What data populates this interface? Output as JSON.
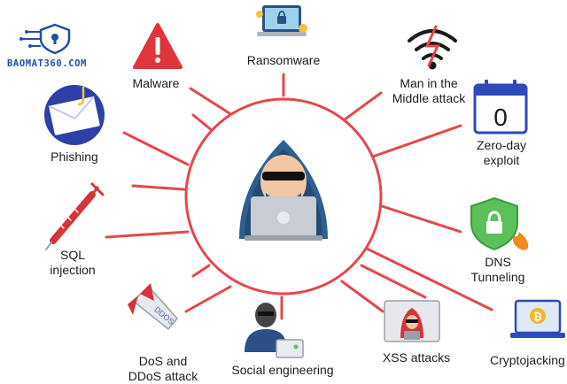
{
  "logo": {
    "text": "BAOMAT360.COM"
  },
  "center": {
    "icon": "hacker-hoodie-laptop"
  },
  "colors": {
    "spoke": "#e5474c",
    "ring": "#e5474c",
    "logo": "#1f4fa8",
    "hood": "#2f5f8f"
  },
  "threats": [
    {
      "id": "ransomware",
      "label": "Ransomware",
      "icon": "laptop-lock-icon"
    },
    {
      "id": "mitm",
      "label": "Man in the\nMiddle attack",
      "icon": "broken-wifi-icon"
    },
    {
      "id": "zeroday",
      "label": "Zero-day\nexploit",
      "icon": "calendar-zero-icon",
      "badge": "0"
    },
    {
      "id": "dns",
      "label": "DNS\nTunneling",
      "icon": "shield-lock-fire-icon"
    },
    {
      "id": "crypto",
      "label": "Cryptojacking",
      "icon": "laptop-bitcoin-icon"
    },
    {
      "id": "xss",
      "label": "XSS attacks",
      "icon": "hacker-monitor-icon"
    },
    {
      "id": "social",
      "label": "Social engineering",
      "icon": "masked-person-icon"
    },
    {
      "id": "ddos",
      "label": "DoS and\nDDoS attack",
      "icon": "bomb-ddos-icon",
      "badge": "DDOS"
    },
    {
      "id": "sql",
      "label": "SQL\ninjection",
      "icon": "syringe-icon"
    },
    {
      "id": "phishing",
      "label": "Phishing",
      "icon": "envelope-hook-icon"
    },
    {
      "id": "malware",
      "label": "Malware",
      "icon": "warning-triangle-icon"
    }
  ]
}
